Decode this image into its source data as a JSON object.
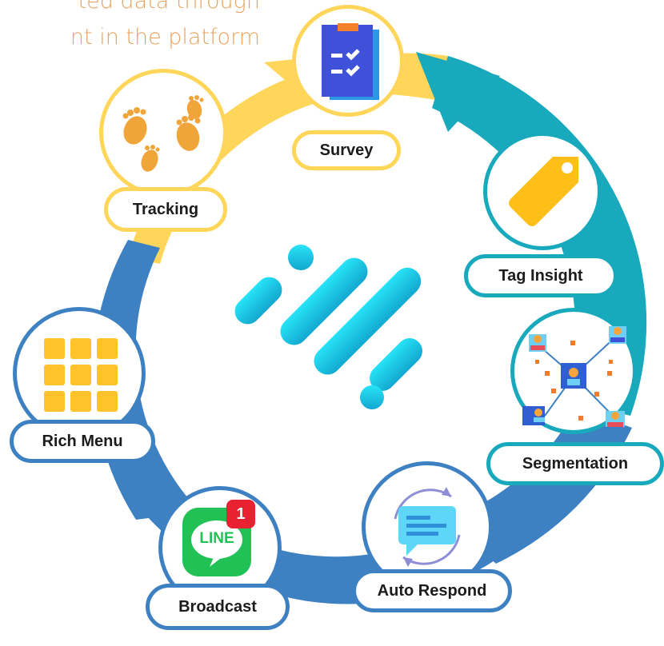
{
  "headline": {
    "line1": "ted data through",
    "line2": "nt in the platform"
  },
  "colors": {
    "yellow": "#ffd65a",
    "teal": "#18a9bd",
    "blue": "#3e81c3",
    "headline": "#e9a25c",
    "logo": "#2ec5e6"
  },
  "nodes": {
    "survey": {
      "label": "Survey",
      "icon": "clipboard-checklist-icon"
    },
    "tag_insight": {
      "label": "Tag Insight",
      "icon": "tag-icon"
    },
    "segmentation": {
      "label": "Segmentation",
      "icon": "network-users-icon"
    },
    "auto_respond": {
      "label": "Auto Respond",
      "icon": "chat-refresh-icon"
    },
    "broadcast": {
      "label": "Broadcast",
      "icon": "line-app-icon",
      "badge": "1",
      "app_text": "LINE"
    },
    "rich_menu": {
      "label": "Rich Menu",
      "icon": "grid-menu-icon"
    },
    "tracking": {
      "label": "Tracking",
      "icon": "footprints-icon"
    }
  }
}
